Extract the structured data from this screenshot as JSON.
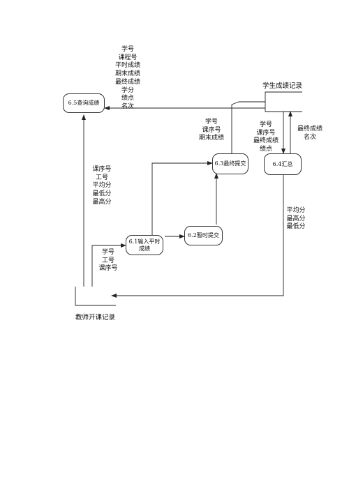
{
  "processes": {
    "p61": "6.1输入平时成绩",
    "p62": "6.2暂时提交",
    "p63": "6.3最终提交",
    "p64": "6.4汇总",
    "p65": "6.5查询成绩"
  },
  "stores": {
    "student_scores": "学生成绩记录",
    "teacher_courses": "教师开课记录"
  },
  "flows": {
    "query_output": [
      "学号",
      "课程号",
      "平时成绩",
      "期末成绩",
      "最终成绩",
      "学分",
      "绩点",
      "名次"
    ],
    "final_submit": [
      "学号",
      "课序号",
      "期末成绩"
    ],
    "to_summary": [
      "学号",
      "课序号",
      "最终成绩",
      "绩点"
    ],
    "summary_back": [
      "最终成绩",
      "名次"
    ],
    "teacher_to_query": [
      "课序号",
      "工号",
      "平均分",
      "最低分",
      "最高分"
    ],
    "summary_to_teacher": [
      "平均分",
      "最高分",
      "最低分"
    ],
    "teacher_to_input": [
      "学号",
      "工号",
      "课序号"
    ]
  }
}
